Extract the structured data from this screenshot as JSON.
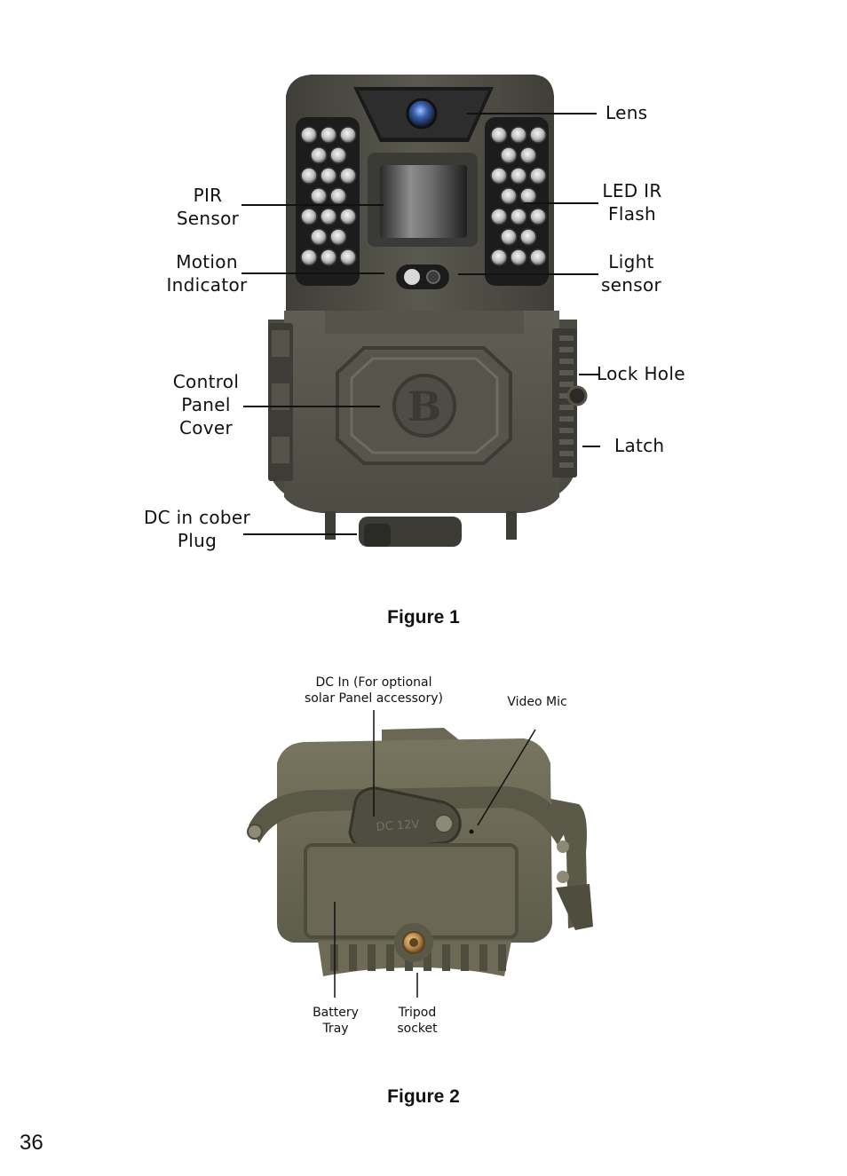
{
  "figure1": {
    "caption": "Figure 1",
    "labels": {
      "lens": "Lens",
      "pir_1": "PIR",
      "pir_2": "Sensor",
      "led_1": "LED IR",
      "led_2": "Flash",
      "motion_1": "Motion",
      "motion_2": "Indicator",
      "light_1": "Light",
      "light_2": "sensor",
      "control_1": "Control",
      "control_2": "Panel",
      "control_3": "Cover",
      "lock": "Lock Hole",
      "latch": "Latch",
      "dc_1": "DC in cober",
      "dc_2": "Plug"
    },
    "logo_letter": "B"
  },
  "figure2": {
    "caption": "Figure 2",
    "labels": {
      "dcin_1": "DC In (For optional",
      "dcin_2": "solar Panel accessory)",
      "mic": "Video Mic",
      "battery_1": "Battery",
      "battery_2": "Tray",
      "tripod_1": "Tripod",
      "tripod_2": "socket"
    },
    "cap_text": "DC 12V"
  },
  "page_number": "36",
  "colors": {
    "body_dark": "#4a4a42",
    "body_mid": "#5d5c52",
    "body_light": "#6e6c60",
    "olive": "#6b6a55",
    "brass": "#b98a4a"
  }
}
